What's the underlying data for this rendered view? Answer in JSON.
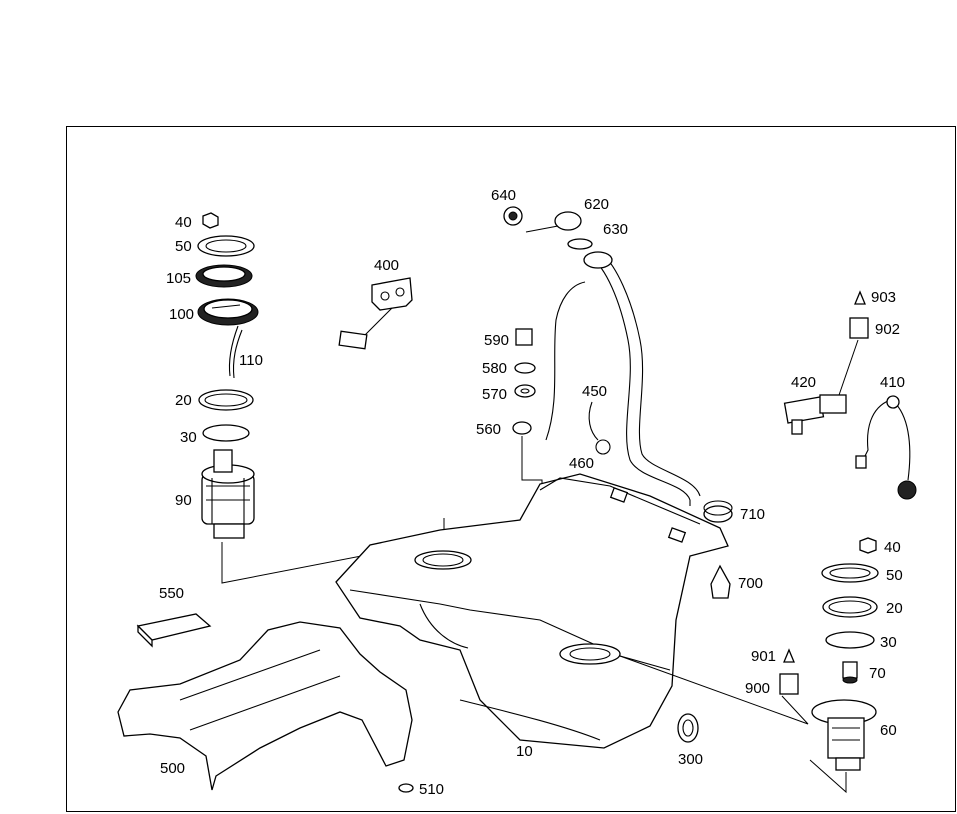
{
  "labels": {
    "p40a": "40",
    "p50a": "50",
    "p105": "105",
    "p100": "100",
    "p110": "110",
    "p20a": "20",
    "p30a": "30",
    "p90": "90",
    "p400": "400",
    "p640": "640",
    "p620": "620",
    "p630": "630",
    "p590": "590",
    "p580": "580",
    "p570": "570",
    "p560": "560",
    "p450": "450",
    "p460": "460",
    "p903": "903",
    "p902": "902",
    "p420": "420",
    "p410": "410",
    "p710": "710",
    "p700": "700",
    "p40b": "40",
    "p50b": "50",
    "p20b": "20",
    "p30b": "30",
    "p901": "901",
    "p70": "70",
    "p900": "900",
    "p60": "60",
    "p550": "550",
    "p500": "500",
    "p510": "510",
    "p10": "10",
    "p300": "300"
  }
}
